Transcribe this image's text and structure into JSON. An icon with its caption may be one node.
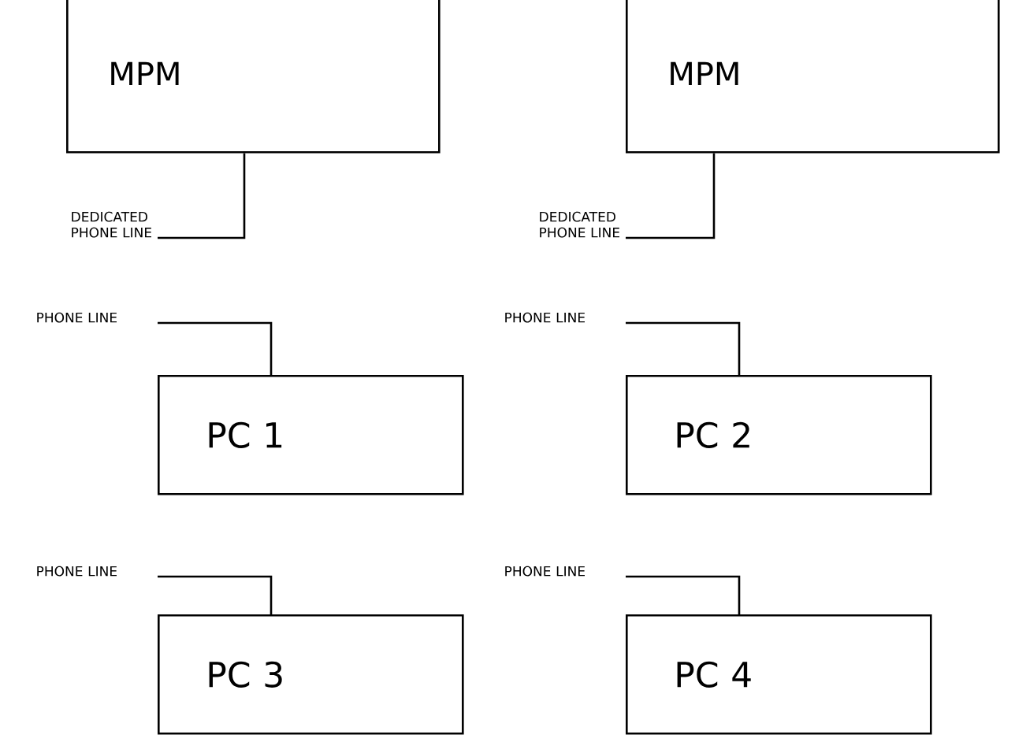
{
  "diagram": {
    "nodes": [
      {
        "text": [
          "MPM"
        ]
      },
      {
        "text": [
          "DEDICATED PHONE LINE"
        ]
      },
      {
        "text": [
          "MPM"
        ]
      },
      {
        "text": [
          "DEDICATED PHONE LINE"
        ]
      },
      {
        "text": [
          "PHONE LINE"
        ]
      },
      {
        "text": [
          "PC 1"
        ]
      },
      {
        "text": [
          "PHONE LINE"
        ]
      },
      {
        "text": [
          "PC 2"
        ]
      },
      {
        "text": [
          "PHONE LINE"
        ]
      },
      {
        "text": [
          "PC 3"
        ]
      },
      {
        "text": [
          "PHONE LINE"
        ]
      },
      {
        "text": [
          "PC 4"
        ]
      }
    ],
    "edges": [
      {
        "from": 1,
        "to": 0,
        "arrow": "none"
      },
      {
        "from": 3,
        "to": 2,
        "arrow": "none"
      },
      {
        "from": 4,
        "to": 5,
        "arrow": "none"
      },
      {
        "from": 6,
        "to": 7,
        "arrow": "none"
      },
      {
        "from": 8,
        "to": 9,
        "arrow": "none"
      },
      {
        "from": 10,
        "to": 11,
        "arrow": "none"
      }
    ]
  }
}
